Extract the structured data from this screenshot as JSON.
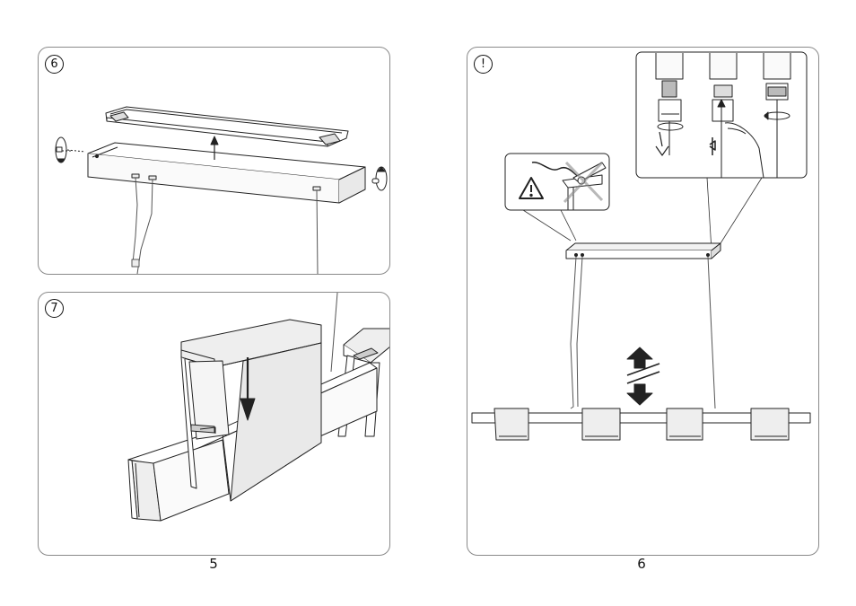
{
  "pages": [
    {
      "number": "5",
      "steps": [
        {
          "badge": "6"
        },
        {
          "badge": "7"
        }
      ]
    },
    {
      "number": "6",
      "steps": [
        {
          "badge": "!"
        }
      ]
    }
  ],
  "icons": {
    "rotate": "rotate-arrow-icon",
    "up": "up-arrow-icon",
    "down": "down-arrow-icon",
    "warning": "warning-triangle-icon",
    "no_cut": "do-not-cut-cable-icon",
    "height": "adjust-height-icon"
  }
}
